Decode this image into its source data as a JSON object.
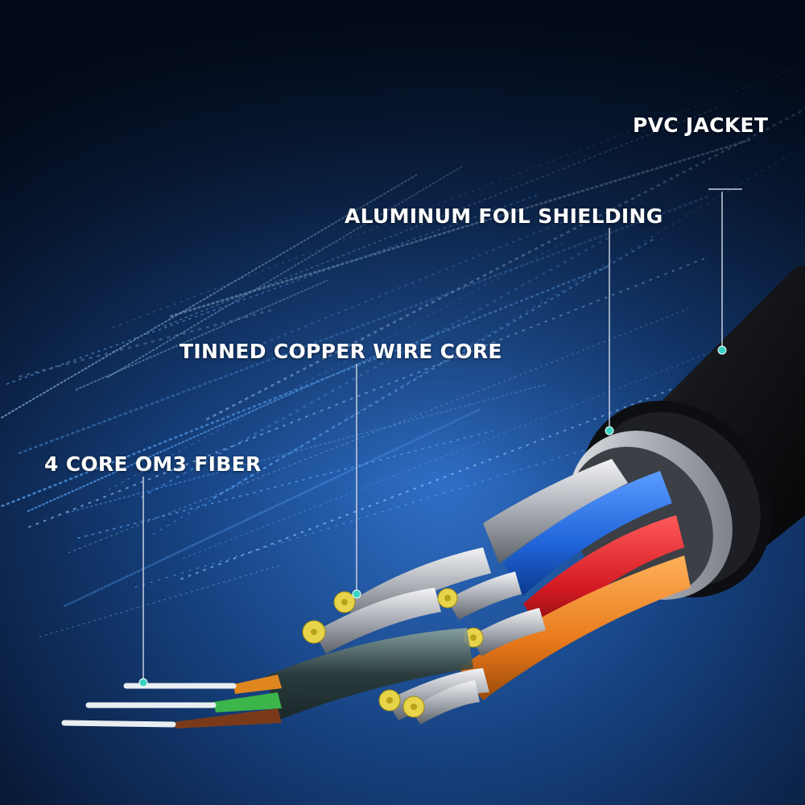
{
  "labels": {
    "pvc_jacket": "PVC JACKET",
    "foil_shielding": "ALUMINUM FOIL SHIELDING",
    "copper_core": "TINNED COPPER WIRE CORE",
    "fiber": "4 CORE OM3 FIBER"
  },
  "colors": {
    "background_dark": "#06142e",
    "background_blue": "#1b4f9a",
    "jacket": "#16181c",
    "foil": "#c9ccd2",
    "wire_blue": "#1e63d8",
    "wire_red": "#d41a22",
    "wire_orange": "#e8791a",
    "copper_strand": "#e8d44a",
    "fiber_orange": "#e0861f",
    "fiber_green": "#3cb54a",
    "fiber_brown": "#7a3a1a",
    "callout_dot": "#39d3c2"
  }
}
